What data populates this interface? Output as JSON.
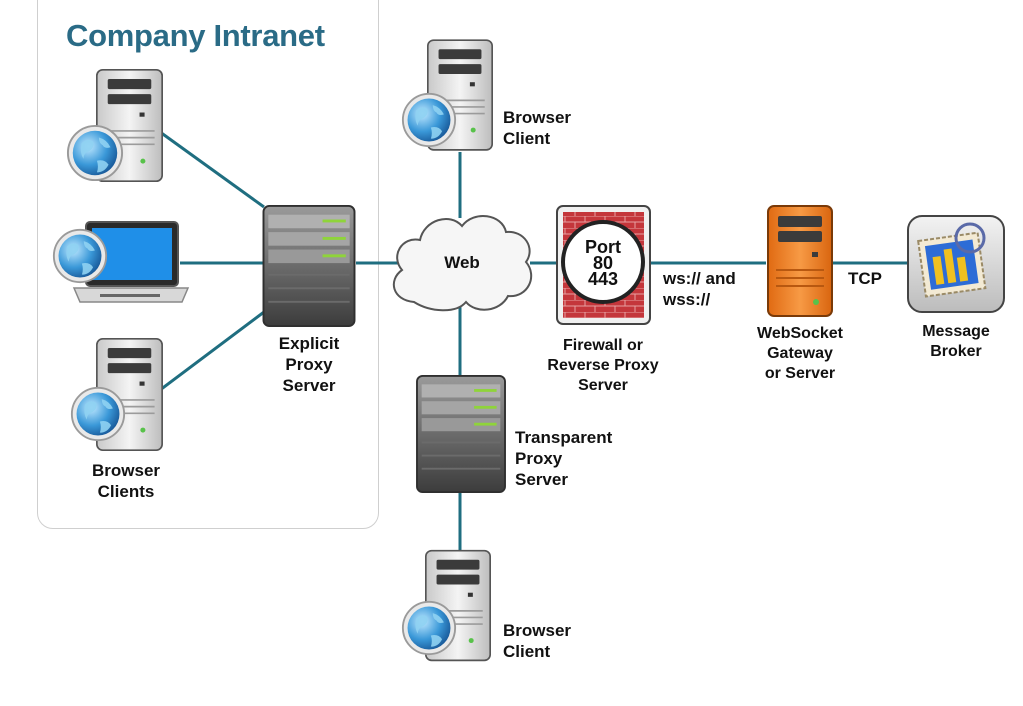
{
  "title": "Company Intranet",
  "labels": {
    "browser_client_top": "Browser\nClient",
    "browser_clients": "Browser\nClients",
    "explicit_proxy": "Explicit\nProxy\nServer",
    "web": "Web",
    "port": "Port\n80\n443",
    "firewall": "Firewall or\nReverse Proxy\nServer",
    "ws": "ws:// and\nwss://",
    "websocket": "WebSocket\nGateway\nor Server",
    "tcp": "TCP",
    "broker": "Message\nBroker",
    "transparent_proxy": "Transparent\nProxy\nServer",
    "browser_client_bottom": "Browser\nClient"
  },
  "colors": {
    "title": "#2a6b86",
    "connector": "#1f6e80",
    "firewall_brick": "#c4363b",
    "gateway": "#f07f22",
    "proxy_led": "#8fd43a"
  },
  "icons": [
    "server-tower-icon",
    "globe-icon",
    "laptop-icon",
    "proxy-server-icon",
    "cloud-icon",
    "firewall-icon",
    "gateway-server-icon",
    "message-broker-icon"
  ]
}
